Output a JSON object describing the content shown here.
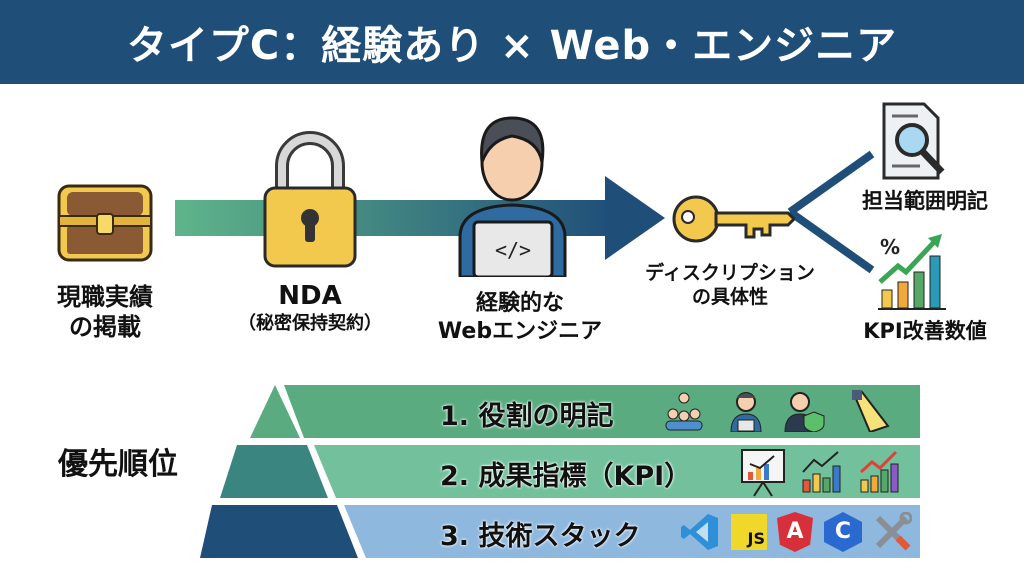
{
  "header": {
    "title": "タイプC：経験あり × Web・エンジニア"
  },
  "flow": {
    "steps": [
      {
        "label_line1": "現職実績",
        "label_line2": "の掲載",
        "icon": "treasure-chest-icon"
      },
      {
        "label_line1": "NDA",
        "label_line2": "（秘密保持契約）",
        "icon": "padlock-icon"
      },
      {
        "label_line1": "経験的な",
        "label_line2": "Webエンジニア",
        "icon": "engineer-laptop-icon"
      },
      {
        "label_line1": "ディスクリプション",
        "label_line2": "の具体性",
        "icon": "key-icon"
      }
    ],
    "branches": [
      {
        "label": "担当範囲明記",
        "icon": "document-magnifier-icon"
      },
      {
        "label": "KPI改善数値",
        "icon": "growth-chart-icon"
      }
    ],
    "colors": {
      "arrow_start": "#5fb58a",
      "arrow_end": "#1f4e79"
    }
  },
  "priority": {
    "title": "優先順位",
    "tiers": [
      {
        "label": "1. 役割の明記",
        "icons": [
          "team-icon",
          "developer-icon",
          "security-person-icon",
          "spotlight-icon"
        ],
        "color": "#5aab80"
      },
      {
        "label": "2. 成果指標（KPI）",
        "icons": [
          "presentation-chart-icon",
          "bar-growth-icon",
          "bar-growth-red-icon"
        ],
        "color": "#72c19c"
      },
      {
        "label": "3. 技術スタック",
        "icons": [
          "vscode-icon",
          "javascript-icon",
          "angular-icon",
          "cpp-icon",
          "tools-icon"
        ],
        "color": "#8fb8de"
      }
    ],
    "js_text": "JS",
    "angular_text": "A",
    "cpp_text": "C"
  }
}
